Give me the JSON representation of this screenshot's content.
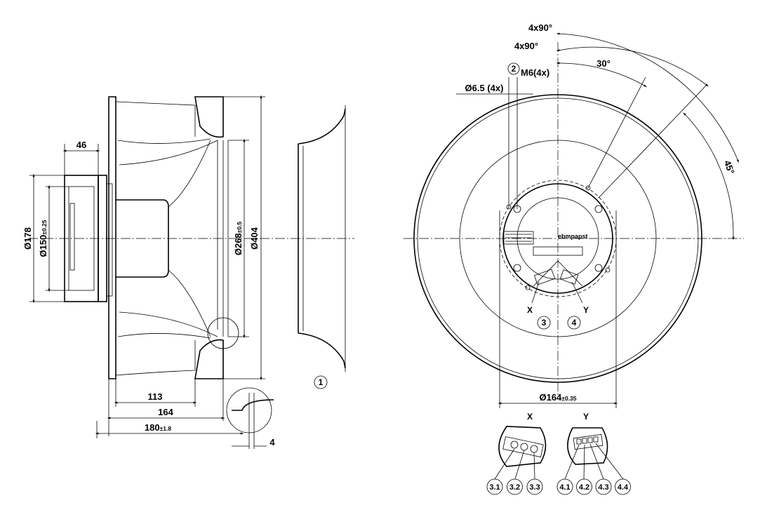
{
  "side_view": {
    "dims": {
      "d46": "46",
      "d178": "Ø178",
      "d150": "Ø150",
      "d150_tol": "±0.25",
      "d268": "Ø268",
      "d268_tol": "±0.5",
      "d404": "Ø404",
      "d113": "113",
      "d164": "164",
      "d180": "180",
      "d180_tol": "±1.8",
      "d4": "4"
    },
    "callouts": {
      "c1": "1"
    }
  },
  "front_view": {
    "dims": {
      "ang_a": "4x90°",
      "ang_b": "4x90°",
      "ang_30": "30°",
      "ang_45": "45°",
      "m6": "M6(4x)",
      "hole": "Ø6.5 (4x)",
      "d164": "Ø164",
      "d164_tol": "±0.35"
    },
    "callouts": {
      "c2": "2",
      "c3": "3",
      "c4": "4"
    },
    "labels": {
      "x": "X",
      "y": "Y",
      "brand": "ebmpapst"
    }
  },
  "details": {
    "x_title": "X",
    "y_title": "Y",
    "x_pins": [
      "3.1",
      "3.2",
      "3.3"
    ],
    "y_pins": [
      "4.1",
      "4.2",
      "4.3",
      "4.4"
    ]
  }
}
